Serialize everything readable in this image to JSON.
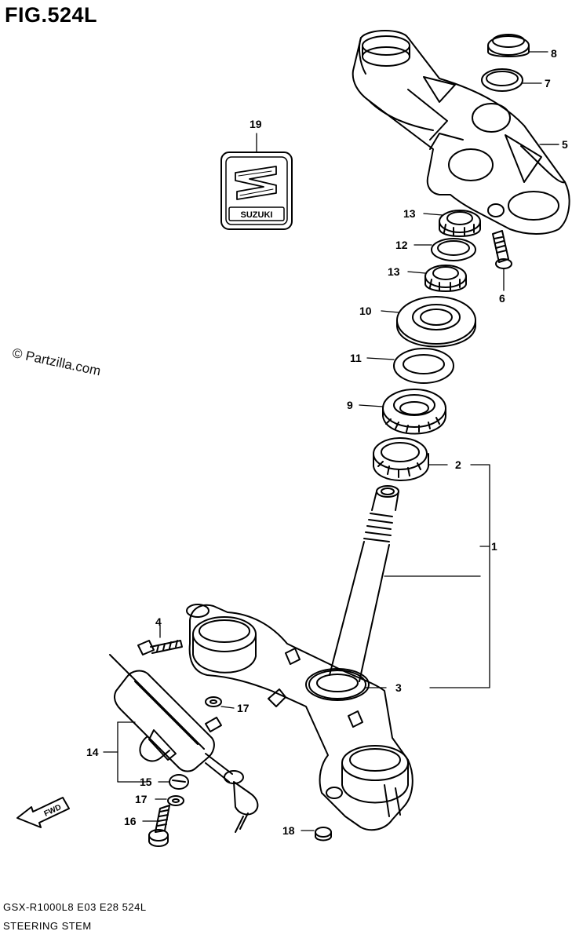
{
  "title": "FIG.524L",
  "watermark": "© Partzilla.com",
  "footer": {
    "model_code": "GSX-R1000L8  E03  E28  524L",
    "caption": "STEERING STEM"
  },
  "badge_text": "SUZUKI",
  "fwd_label": "FWD",
  "callouts": [
    {
      "id": "c1",
      "label": "1"
    },
    {
      "id": "c2",
      "label": "2"
    },
    {
      "id": "c3",
      "label": "3"
    },
    {
      "id": "c4",
      "label": "4"
    },
    {
      "id": "c5",
      "label": "5"
    },
    {
      "id": "c6",
      "label": "6"
    },
    {
      "id": "c7",
      "label": "7"
    },
    {
      "id": "c8",
      "label": "8"
    },
    {
      "id": "c9",
      "label": "9"
    },
    {
      "id": "c10",
      "label": "10"
    },
    {
      "id": "c11",
      "label": "11"
    },
    {
      "id": "c12",
      "label": "12"
    },
    {
      "id": "c13a",
      "label": "13"
    },
    {
      "id": "c13b",
      "label": "13"
    },
    {
      "id": "c14",
      "label": "14"
    },
    {
      "id": "c15",
      "label": "15"
    },
    {
      "id": "c16",
      "label": "16"
    },
    {
      "id": "c17a",
      "label": "17"
    },
    {
      "id": "c17b",
      "label": "17"
    },
    {
      "id": "c18",
      "label": "18"
    },
    {
      "id": "c19",
      "label": "19"
    }
  ]
}
